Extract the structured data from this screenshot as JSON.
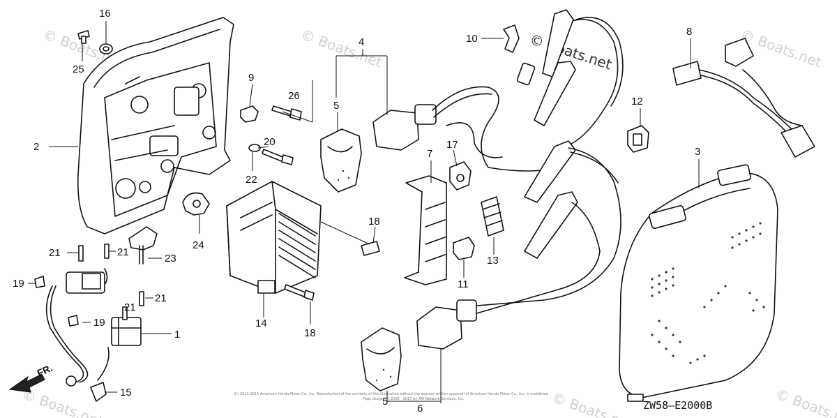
{
  "callouts": {
    "p1": "1",
    "p2": "2",
    "p3": "3",
    "p4": "4",
    "p5a": "5",
    "p5b": "5",
    "p6": "6",
    "p7": "7",
    "p8": "8",
    "p9": "9",
    "p10": "10",
    "p11": "11",
    "p12": "12",
    "p13": "13",
    "p14": "14",
    "p15": "15",
    "p16": "16",
    "p17": "17",
    "p18a": "18",
    "p18b": "18",
    "p19a": "19",
    "p19b": "19",
    "p20": "20",
    "p21a": "21",
    "p21b": "21",
    "p21c": "21",
    "p21d": "21",
    "p22": "22",
    "p23": "23",
    "p24": "24",
    "p25": "25",
    "p26": "26"
  },
  "watermark_main": "© Boats.net",
  "watermark_faint": "© Boats.net",
  "diagram_code": "ZW58—E2000B",
  "direction_label": "FR.",
  "copyright_line1": "(C) 2013-2015 American Honda Motor Co., Inc. Reproduction of the contents of this illustration without the express written approval of American Honda Motor Co., Inc. is prohibited",
  "copyright_line2": "Page design (c) 2005 - 2017 by ARI Network Services, Inc.",
  "colors": {
    "ink": "#111111",
    "watermark": "#d0d0d0",
    "background": "#ffffff"
  }
}
